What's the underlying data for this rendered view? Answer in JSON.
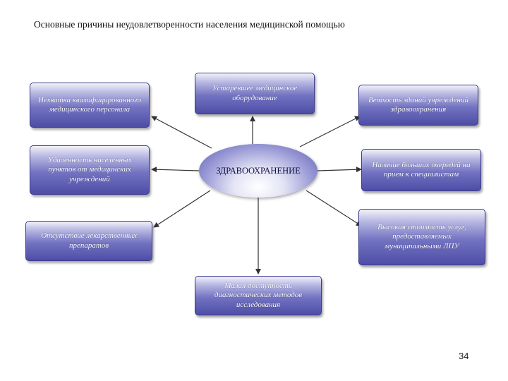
{
  "title": "Основные причины неудовлетворенности населения медицинской помощью",
  "hub": "ЗДРАВООХРАНЕНИЕ",
  "boxes": {
    "staff": "Нехватка квалифицированного медицинского персонала",
    "equipment": "Устаревшее медицинское оборудование",
    "buildings": "Ветхость зданий учреждений здравоохранения",
    "distance": "Удаленность населенных пунктов от медицинских учреждений",
    "queues": "Наличие больших очередей на прием к специалистам",
    "drugs": "Отсутствие лекарственных препаратов",
    "cost": "Высокая стоимость услуг, предоставляемых муниципальными ЛПУ",
    "diagnostics": "Малая доступность диагностических методов исследования"
  },
  "page_number": "34"
}
